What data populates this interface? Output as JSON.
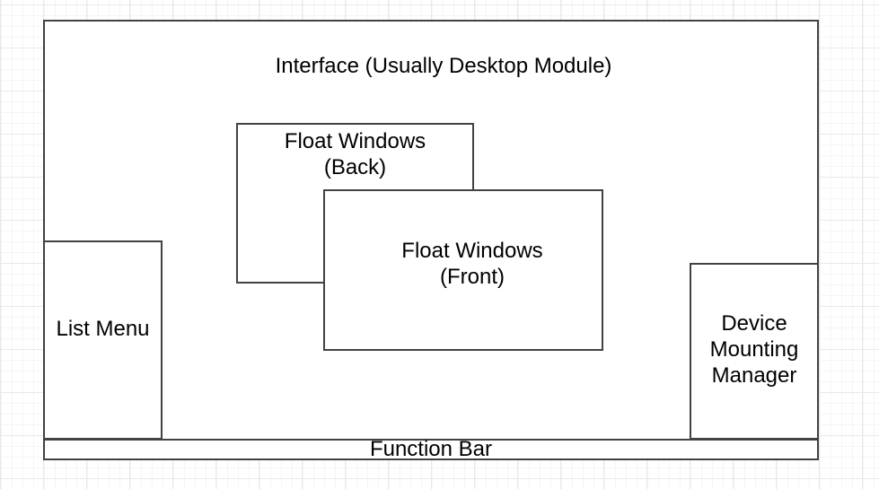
{
  "diagram": {
    "interface": {
      "label": "Interface (Usually Desktop Module)"
    },
    "float_back": {
      "lines": [
        "Float Windows",
        "(Back)"
      ]
    },
    "float_front": {
      "lines": [
        "Float Windows",
        "(Front)"
      ]
    },
    "list_menu": {
      "label": "List Menu"
    },
    "device_manager": {
      "lines": [
        "Device",
        "Mounting",
        "Manager"
      ]
    },
    "function_bar": {
      "label": "Function Bar"
    }
  },
  "colors": {
    "canvas_bg": "#ffffff",
    "grid_minor": "#f5f5f5",
    "grid_major": "#e9e9e9",
    "box_fill": "#ffffff",
    "box_border": "#424242",
    "text": "#000000"
  }
}
